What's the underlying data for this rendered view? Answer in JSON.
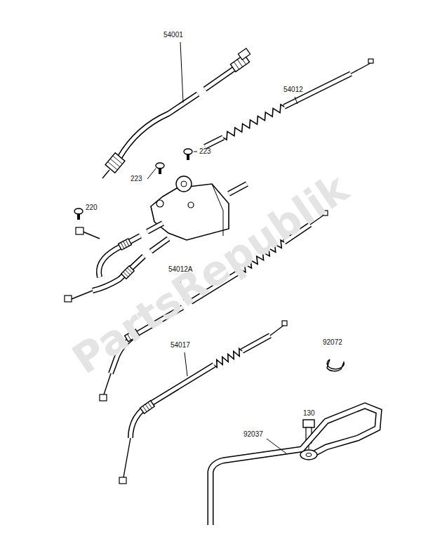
{
  "diagram": {
    "labels": [
      "54001",
      "54012",
      "223",
      "223",
      "220",
      "54012A",
      "92072",
      "54017",
      "130",
      "92037",
      "PartsRepublik"
    ]
  }
}
